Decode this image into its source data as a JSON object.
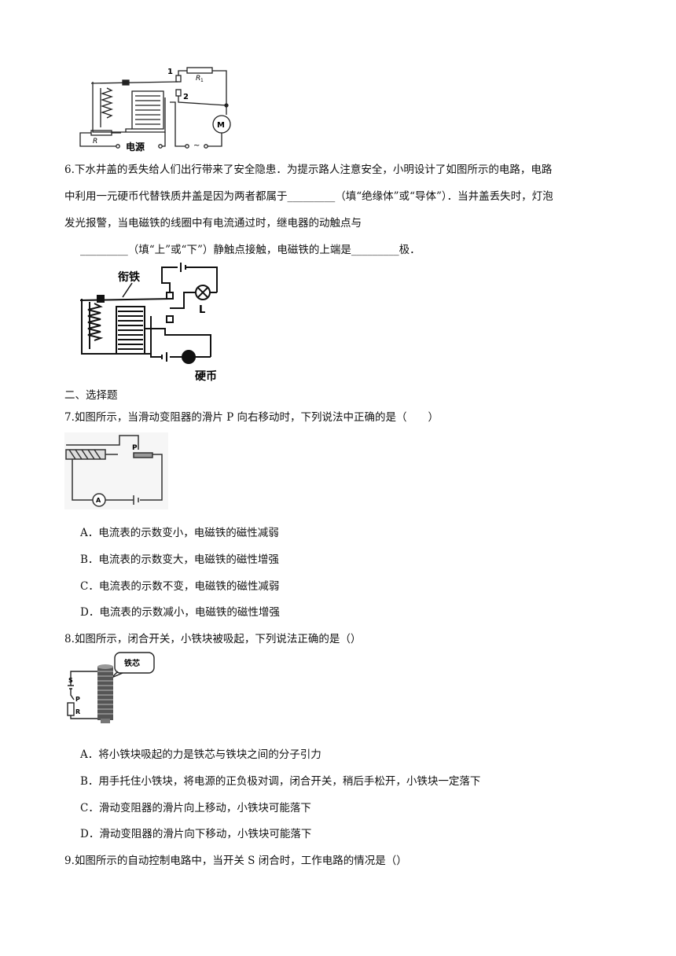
{
  "fig1": {
    "label_1": "1",
    "label_2": "2",
    "label_r1": "R",
    "label_r1_sub": "1",
    "label_r": "R",
    "label_power": "电源",
    "label_motor": "M",
    "label_tilde": "~"
  },
  "q6": {
    "line1": "6.下水井盖的丢失给人们出行带来了安全隐患．为提示路人注意安全，小明设计了如图所示的电路，电路",
    "line2": "中利用一元硬币代替铁质井盖是因为两者都属于_________（填“绝缘体”或“导体”）．当井盖丢失时，灯泡",
    "line3": "发光报警，当电磁铁的线圈中有电流通过时，继电器的动触点与",
    "line4": "_________（填“上”或“下”）静触点接触，电磁铁的上端是_________极．"
  },
  "fig2": {
    "label_armature": "衔铁",
    "label_lamp": "L",
    "label_coin": "硬币"
  },
  "section2": {
    "title": "二、选择题"
  },
  "q7": {
    "stem": "7.如图所示，当滑动变阻器的滑片 P 向右移动时，下列说法中正确的是（　　）",
    "fig_p": "P",
    "fig_a": "A",
    "options": [
      "A．电流表的示数变小，电磁铁的磁性减弱",
      "B．电流表的示数变大，电磁铁的磁性增强",
      "C．电流表的示数不变，电磁铁的磁性减弱",
      "D．电流表的示数减小，电磁铁的磁性增强"
    ]
  },
  "q8": {
    "stem": "8.如图所示，闭合开关，小铁块被吸起，下列说法正确的是（）",
    "fig_core": "铁芯",
    "fig_s": "S",
    "fig_p": "P",
    "fig_r": "R",
    "options": [
      "A．将小铁块吸起的力是铁芯与铁块之间的分子引力",
      "B．用手托住小铁块，将电源的正负极对调，闭合开关，稍后手松开，小铁块一定落下",
      "C．滑动变阻器的滑片向上移动，小铁块可能落下",
      "D．滑动变阻器的滑片向下移动，小铁块可能落下"
    ]
  },
  "q9": {
    "stem": "9.如图所示的自动控制电路中，当开关 S 闭合时，工作电路的情况是（）"
  }
}
